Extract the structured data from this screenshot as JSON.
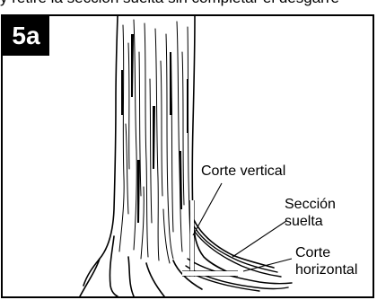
{
  "header": {
    "cut_text": "y retire la sección suelta sin completar el desgarre"
  },
  "figure": {
    "step_badge": "5a",
    "labels": {
      "vertical_cut": "Corte vertical",
      "loose_section_line1": "Sección",
      "loose_section_line2": "suelta",
      "horizontal_cut_line1": "Corte",
      "horizontal_cut_line2": "horizontal"
    }
  }
}
